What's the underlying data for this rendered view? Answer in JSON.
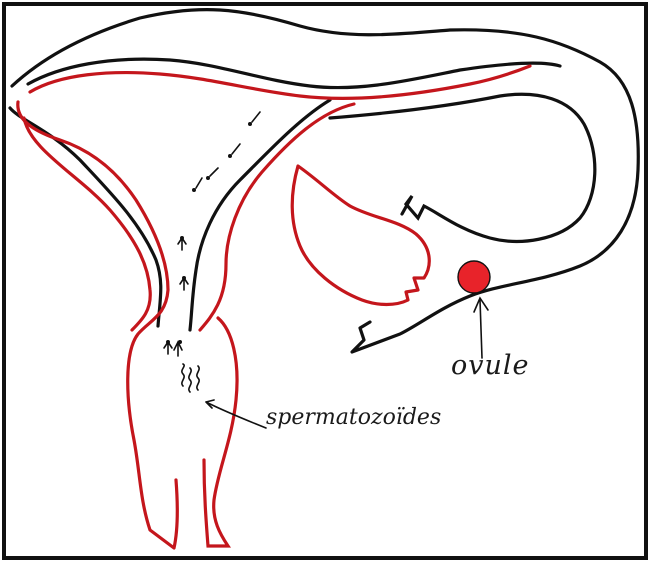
{
  "labels": {
    "ovule": "ovule",
    "spermatozoides": "spermatozoïdes"
  },
  "colors": {
    "outline_dark": "#111111",
    "outline_red": "#c4161c",
    "ovule_fill": "#e8232a",
    "background": "#ffffff"
  },
  "icons": {
    "ovule": "red-circle",
    "sperm": "sperm-cell-glyphs"
  }
}
